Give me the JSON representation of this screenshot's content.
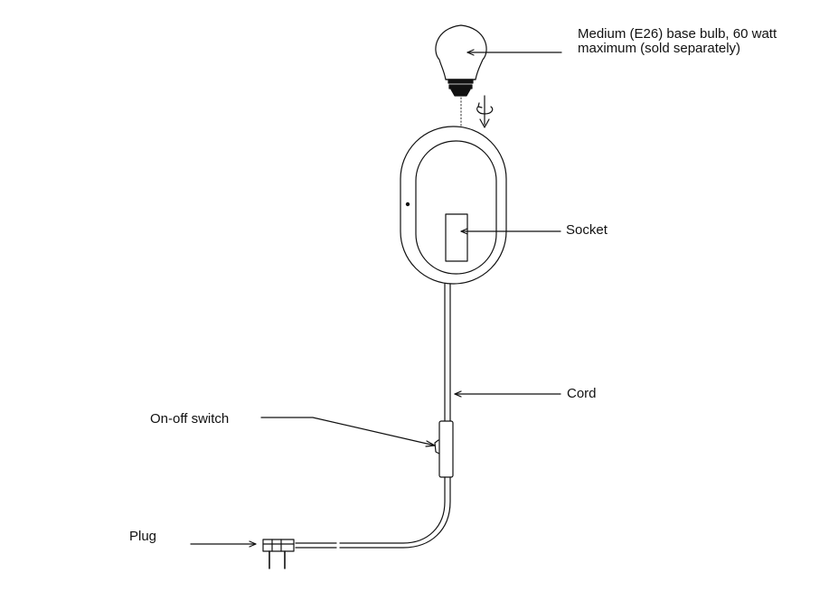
{
  "diagram": {
    "colors": {
      "line": "#111111",
      "background": "#ffffff"
    },
    "labels": {
      "bulb_line1": "Medium (E26) base bulb, 60 watt",
      "bulb_line2": "maximum (sold separately)",
      "socket": "Socket",
      "cord": "Cord",
      "switch": "On-off switch",
      "plug": "Plug"
    },
    "icons": [
      "bulb-icon",
      "rotate-arrow-icon",
      "plug-icon"
    ]
  }
}
